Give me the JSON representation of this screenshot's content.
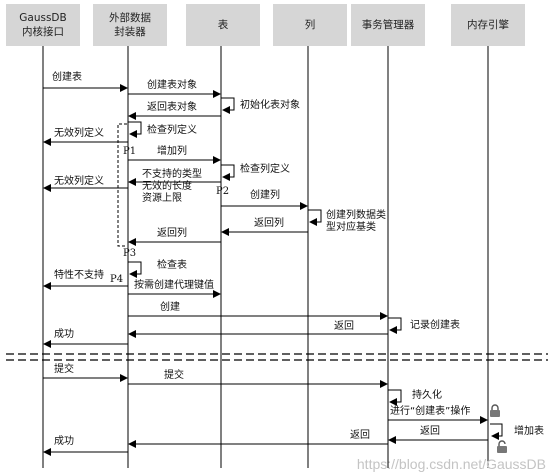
{
  "actors": [
    {
      "id": "gaussdb",
      "label": "GaussDB\n内核接口"
    },
    {
      "id": "wrapper",
      "label": "外部数据\n封装器"
    },
    {
      "id": "table",
      "label": "表"
    },
    {
      "id": "column",
      "label": "列"
    },
    {
      "id": "txn",
      "label": "事务管理器"
    },
    {
      "id": "engine",
      "label": "内存引擎"
    }
  ],
  "messages": {
    "m1": "创建表",
    "m2": "创建表对象",
    "m3": "返回表对象",
    "m4": "初始化表对象",
    "m5": "无效列定义",
    "m6": "检查列定义",
    "m7": "增加列",
    "m8": "检查列定义",
    "m9": "无效列定义",
    "m10": "不支持的类型\n无效的长度\n资源上限",
    "m11": "创建列",
    "m12": "创建列数据类\n型对应基类",
    "m13": "返回列",
    "m14": "返回列",
    "m15": "检查表",
    "m16": "特性不支持",
    "m17": "按需创建代理键值",
    "m18": "创建",
    "m19": "返回",
    "m20": "记录创建表",
    "m21": "成功",
    "m22": "提交",
    "m23": "提交",
    "m24": "持久化",
    "m25": "进行“创建表”操作",
    "m26": "返回",
    "m27": "返回",
    "m28": "增加表",
    "m29": "成功"
  },
  "markers": {
    "p1": "P1",
    "p2": "P2",
    "p3": "P3",
    "p4": "P4"
  },
  "watermark": "https://blog.csdn.net/GaussDB",
  "colors": {
    "actor_bg": "#d6d6d6",
    "line": "#000000"
  },
  "icons": [
    "lock-icon",
    "unlock-icon"
  ]
}
